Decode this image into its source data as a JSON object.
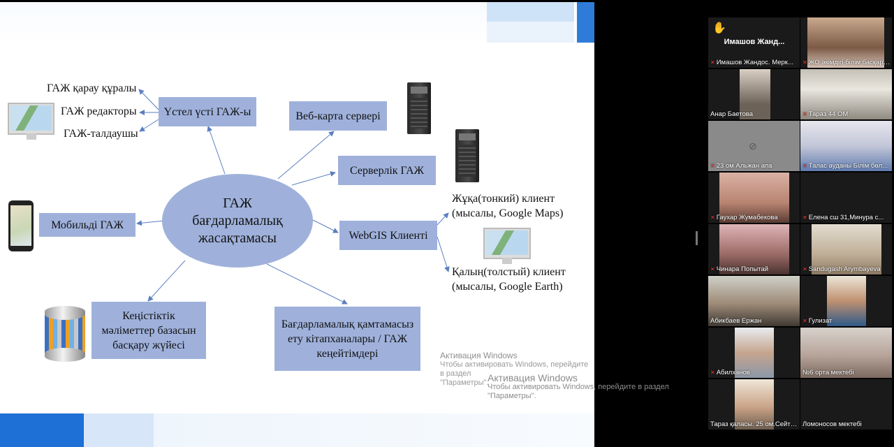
{
  "slide": {
    "center": [
      "ГАЖ",
      "бағдарламалық",
      "жасақтамасы"
    ],
    "desktop_gis": "Үстел үсті ГАЖ-ы",
    "desktop_items": [
      "ГАЖ қарау құралы",
      "ГАЖ редакторы",
      "ГАЖ-талдаушы"
    ],
    "web_map_server": "Веб-карта сервері",
    "server_gis": "Серверлік ГАЖ",
    "webgis_client": "WebGIS Клиенті",
    "thin_client": [
      "Жұқа(тонкий) клиент",
      "(мысалы, Google Maps)"
    ],
    "thick_client": [
      "Қалың(толстый) клиент",
      "(мысалы, Google Earth)"
    ],
    "mobile_gis": "Мобильді ГАЖ",
    "dbms": [
      "Кеңістіктік",
      "мәліметтер базасын",
      "басқару жүйесі"
    ],
    "libraries": [
      "Бағдарламалық қамтамасыз",
      "ету кітапханалары / ГАЖ",
      "кеңейтімдері"
    ],
    "colors": {
      "box": "#9fb1db",
      "arrow": "#5b7fc0",
      "accent": "#2f7bd8"
    }
  },
  "watermark1": {
    "title": "Активация Windows",
    "line1": "Чтобы активировать Windows, перейдите в раздел",
    "line2": "\"Параметры\"."
  },
  "watermark2": {
    "title": "Активация Windows",
    "line1": "Чтобы активировать Windows, перейдите в раздел",
    "line2": "\"Параметры\"."
  },
  "gallery": {
    "top_left_name": "Имашов  Жанд...",
    "tiles": [
      "Имашов Жандос. Мерк...",
      "ЖО әкімдігі білім басқарм...",
      "Анар Баетова",
      "Тараз 44 ОМ",
      "23 ом Альжан апа",
      "Талас ауданы Білім бөл...",
      "Гаухар Жумабекова",
      "Елена сш 31,Минура с...",
      "Чинара Попытай",
      "Sandugash Arymbayeva",
      "Абикбаев Ержан",
      "Гулизат",
      "Абилханов",
      "№6 орта мектебі",
      "Тараз қаласы. 25 ом.Сейтк...",
      "Ломоносов мектебі"
    ]
  }
}
